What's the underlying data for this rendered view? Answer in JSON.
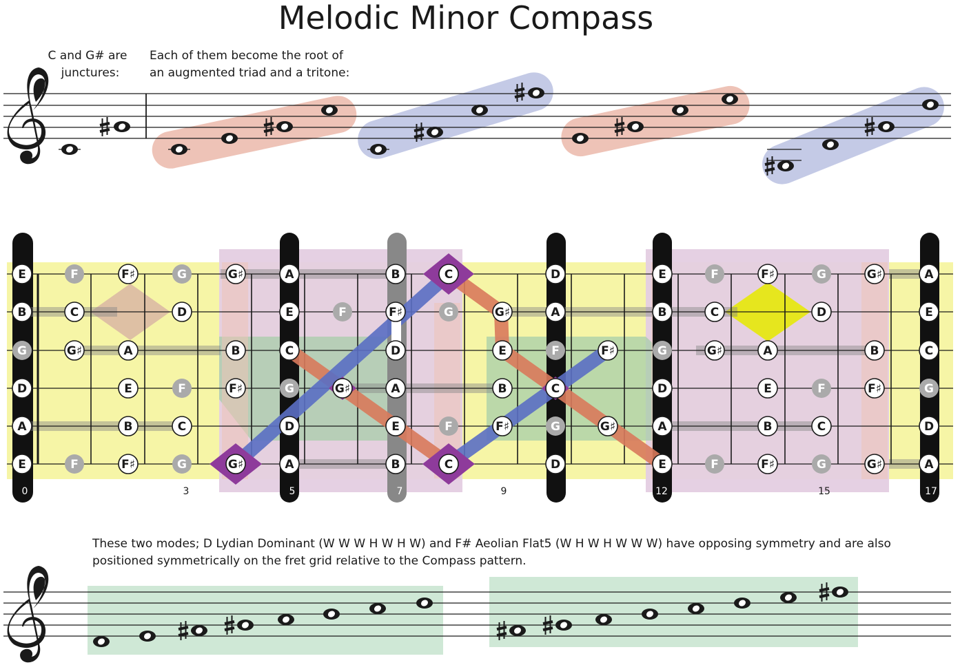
{
  "title": "Melodic Minor Compass",
  "captions": {
    "junctures": [
      "C and G# are",
      "junctures:"
    ],
    "roots": [
      "Each of them become the root of",
      "an augmented triad and a tritone:"
    ],
    "modes": [
      "These two modes; D Lydian Dominant (W W W H W H W) and F# Aeolian Flat5 (W H W H W W W) have opposing symmetry and are also",
      "positioned symmetrically on the fret grid relative to the Compass pattern."
    ]
  },
  "colors": {
    "red_band": "#eec3b7",
    "blue_band": "#c4cae6",
    "yellow_field": "#f6f5a6",
    "pink_field": "#e4cde2",
    "green_field": "#a7ceaa",
    "compass_red": "#d97a5c",
    "compass_blue": "#5b6fc4",
    "compass_purple": "#8e3b9b",
    "accent_yellow": "#e6e61e",
    "mode_green": "#cfe8d6"
  },
  "fretboard": {
    "strings": [
      {
        "notes": [
          {
            "n": "E",
            "s": "main"
          },
          {
            "n": "F",
            "s": "grey"
          },
          {
            "n": "F♯",
            "s": "main"
          },
          {
            "n": "G",
            "s": "grey"
          },
          {
            "n": "G♯",
            "s": "main"
          },
          {
            "n": "A",
            "s": "main"
          },
          {
            "n": "B",
            "s": "main"
          },
          {
            "n": "C",
            "s": "main"
          },
          {
            "n": "D",
            "s": "main"
          },
          {
            "n": "E",
            "s": "main"
          },
          {
            "n": "F",
            "s": "grey"
          },
          {
            "n": "F♯",
            "s": "main"
          },
          {
            "n": "G",
            "s": "grey"
          },
          {
            "n": "G♯",
            "s": "main"
          },
          {
            "n": "A",
            "s": "main"
          }
        ]
      },
      {
        "notes": [
          {
            "n": "B",
            "s": "main"
          },
          {
            "n": "C",
            "s": "main"
          },
          {
            "n": "D",
            "s": "main"
          },
          {
            "n": "E",
            "s": "main"
          },
          {
            "n": "F",
            "s": "grey"
          },
          {
            "n": "F♯",
            "s": "main"
          },
          {
            "n": "G",
            "s": "grey"
          },
          {
            "n": "G♯",
            "s": "main"
          },
          {
            "n": "A",
            "s": "main"
          },
          {
            "n": "B",
            "s": "main"
          },
          {
            "n": "C",
            "s": "main"
          },
          {
            "n": "D",
            "s": "main"
          },
          {
            "n": "E",
            "s": "main"
          }
        ]
      },
      {
        "notes": [
          {
            "n": "G",
            "s": "grey"
          },
          {
            "n": "G♯",
            "s": "main"
          },
          {
            "n": "A",
            "s": "main"
          },
          {
            "n": "B",
            "s": "main"
          },
          {
            "n": "C",
            "s": "main"
          },
          {
            "n": "D",
            "s": "main"
          },
          {
            "n": "E",
            "s": "main"
          },
          {
            "n": "F",
            "s": "grey"
          },
          {
            "n": "F♯",
            "s": "main"
          },
          {
            "n": "G",
            "s": "grey"
          },
          {
            "n": "G♯",
            "s": "main"
          },
          {
            "n": "A",
            "s": "main"
          },
          {
            "n": "B",
            "s": "main"
          },
          {
            "n": "C",
            "s": "main"
          }
        ]
      },
      {
        "notes": [
          {
            "n": "D",
            "s": "main"
          },
          {
            "n": "E",
            "s": "main"
          },
          {
            "n": "F",
            "s": "grey"
          },
          {
            "n": "F♯",
            "s": "main"
          },
          {
            "n": "G",
            "s": "grey"
          },
          {
            "n": "G♯",
            "s": "main"
          },
          {
            "n": "A",
            "s": "main"
          },
          {
            "n": "B",
            "s": "main"
          },
          {
            "n": "C",
            "s": "main"
          },
          {
            "n": "D",
            "s": "main"
          },
          {
            "n": "E",
            "s": "main"
          },
          {
            "n": "F",
            "s": "grey"
          },
          {
            "n": "F♯",
            "s": "main"
          },
          {
            "n": "G",
            "s": "grey"
          }
        ]
      },
      {
        "notes": [
          {
            "n": "A",
            "s": "main"
          },
          {
            "n": "B",
            "s": "main"
          },
          {
            "n": "C",
            "s": "main"
          },
          {
            "n": "D",
            "s": "main"
          },
          {
            "n": "E",
            "s": "main"
          },
          {
            "n": "F",
            "s": "grey"
          },
          {
            "n": "F♯",
            "s": "main"
          },
          {
            "n": "G",
            "s": "grey"
          },
          {
            "n": "G♯",
            "s": "main"
          },
          {
            "n": "A",
            "s": "main"
          },
          {
            "n": "B",
            "s": "main"
          },
          {
            "n": "C",
            "s": "main"
          },
          {
            "n": "D",
            "s": "main"
          }
        ]
      },
      {
        "notes": [
          {
            "n": "E",
            "s": "main"
          },
          {
            "n": "F",
            "s": "grey"
          },
          {
            "n": "F♯",
            "s": "main"
          },
          {
            "n": "G",
            "s": "grey"
          },
          {
            "n": "G♯",
            "s": "main"
          },
          {
            "n": "A",
            "s": "main"
          },
          {
            "n": "B",
            "s": "main"
          },
          {
            "n": "C",
            "s": "main"
          },
          {
            "n": "D",
            "s": "main"
          },
          {
            "n": "E",
            "s": "main"
          },
          {
            "n": "F",
            "s": "grey"
          },
          {
            "n": "F♯",
            "s": "main"
          },
          {
            "n": "G",
            "s": "grey"
          },
          {
            "n": "G♯",
            "s": "main"
          },
          {
            "n": "A",
            "s": "main"
          }
        ]
      }
    ],
    "fret_numbers": [
      "0",
      "3",
      "5",
      "7",
      "9",
      "12",
      "15",
      "17"
    ]
  }
}
